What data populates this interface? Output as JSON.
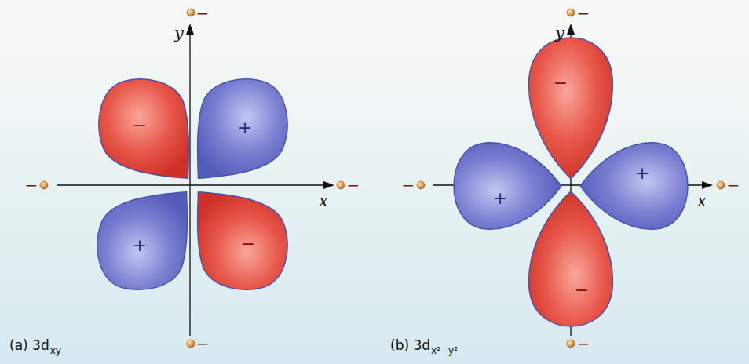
{
  "diagram": {
    "nodes": [
      {
        "text": [
          "−"
        ]
      },
      {
        "text": [
          "+"
        ]
      },
      {
        "text": [
          "+"
        ]
      },
      {
        "text": [
          "−"
        ]
      },
      {
        "text": [
          "−"
        ]
      },
      {
        "text": [
          "+"
        ]
      },
      {
        "text": [
          "+"
        ]
      },
      {
        "text": [
          "−"
        ]
      }
    ],
    "labels": [
      "−",
      "y",
      "−",
      "x",
      "−",
      "−",
      "(a) 3d",
      "xy",
      "−",
      "y",
      "−",
      "x",
      "−",
      "−",
      "(b) 3d",
      "x²−y²"
    ]
  }
}
